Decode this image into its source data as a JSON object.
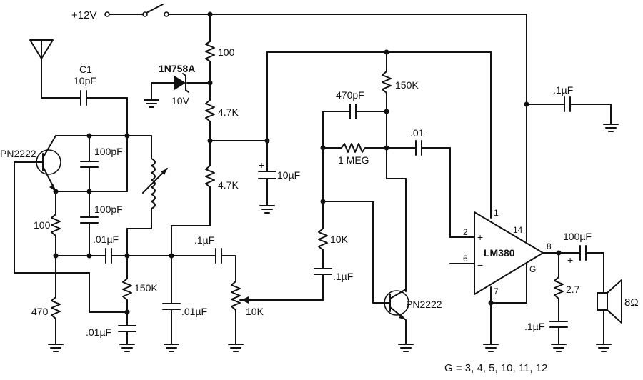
{
  "labels": {
    "supply": "+12V",
    "c1_name": "C1",
    "c1_value": "10pF",
    "r100_top": "100",
    "zener": "1N758A",
    "zener_v": "10V",
    "r47k_1": "4.7K",
    "r47k_2": "4.7K",
    "c10u": "10µF",
    "c470p": "470pF",
    "r150k_top": "150K",
    "r1meg": "1 MEG",
    "c01_top": ".01",
    "c1u_out": ".1µF",
    "q1": "PN2222",
    "c100p_1": "100pF",
    "c100p_2": "100pF",
    "r100_left": "100",
    "c01u_a": ".01µF",
    "r150k_mid": "150K",
    "r470": "470",
    "c01u_b": ".01µF",
    "c01u_c": ".01µF",
    "c1u_a": ".1µF",
    "pot10k": "10K",
    "r10k": "10K",
    "c1u_b": ".1µF",
    "q2": "PN2222",
    "ic": "LM380",
    "pin1": "1",
    "pin14": "14",
    "pin2": "2",
    "pin6": "6",
    "pin8": "8",
    "pin7": "7",
    "pinG": "G",
    "plus_in": "+",
    "minus_in": "−",
    "c100u": "100µF",
    "r27": "2.7",
    "c1u_c": ".1µF",
    "speaker": "8Ω",
    "gnd_pins": "G = 3, 4, 5, 10, 11, 12"
  }
}
